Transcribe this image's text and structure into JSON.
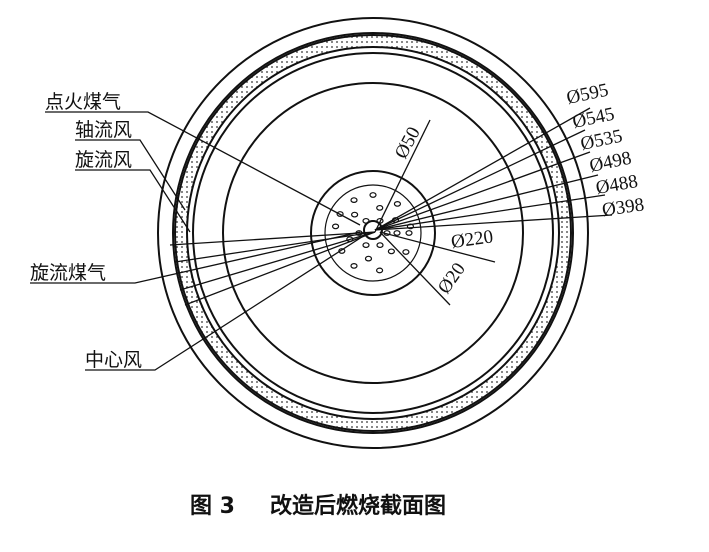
{
  "labels": {
    "ignition_gas": "点火煤气",
    "axial_air": "轴流风",
    "swirl_air": "旋流风",
    "swirl_gas": "旋流煤气",
    "center_air": "中心风"
  },
  "dimensions": {
    "d595": "Ø595",
    "d545": "Ø545",
    "d535": "Ø535",
    "d498": "Ø498",
    "d488": "Ø488",
    "d398": "Ø398",
    "d50": "Ø50",
    "d220": "Ø220",
    "d20": "Ø20"
  },
  "caption": {
    "figure_number": "图 3",
    "title": "改造后燃烧截面图"
  }
}
